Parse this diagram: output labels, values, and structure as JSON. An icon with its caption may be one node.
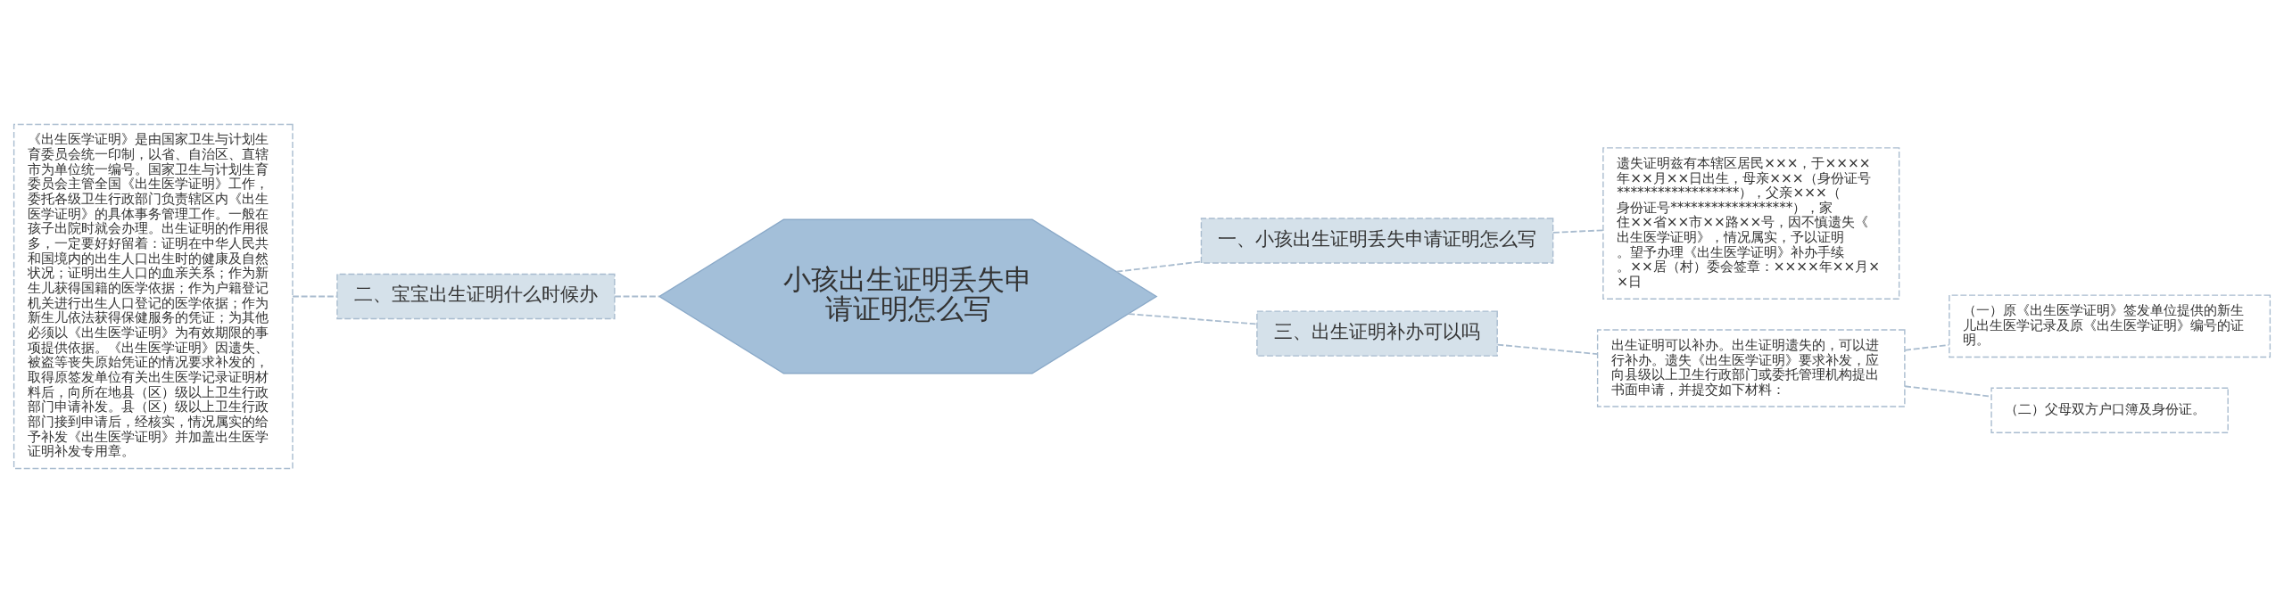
{
  "diagram": {
    "nodes": [
      {
        "text": [
          "小孩出生证明丢失申请证明怎么写"
        ]
      },
      {
        "text": [
          "一、小孩出生证明丢失申请证明怎么写"
        ]
      },
      {
        "text": [
          "遗失证明兹有本辖区居民×××，于××××年××月××日出生，母亲×××（身份证号******************），父亲×××（身份证号******************），家住××省××市××路××号，因不慎遗失《出生医学证明》，情况属实，予以证明。望予办理《出生医学证明》补办手续。××居（村）委会签章：××××年××月××日"
        ]
      },
      {
        "text": [
          "二、宝宝出生证明什么时候办"
        ]
      },
      {
        "text": [
          "《出生医学证明》是由国家卫生与计划生育委员会统一印制，以省、自治区、直辖市为单位统一编号。国家卫生与计划生育委员会主管全国《出生医学证明》工作，委托各级卫生行政部门负责辖区内《出生医学证明》的具体事务管理工作。一般在孩子出院时就会办理。出生证明的作用很多，一定要好好留着：证明在中华人民共和国境内的出生人口出生时的健康及自然状况；证明出生人口的血亲关系；作为新生儿获得国籍的医学依据；作为户籍登记机关进行出生人口登记的医学依据；作为新生儿依法获得保健服务的凭证；为其他必须以《出生医学证明》为有效期限的事项提供依据。《出生医学证明》因遗失、被盗等丧失原始凭证的情况要求补发的，取得原签发单位有关出生医学记录证明材料后，向所在地县（区）级以上卫生行政部门申请补发。县（区）级以上卫生行政部门接到申请后，经核实，情况属实的给予补发《出生医学证明》并加盖出生医学证明补发专用章。"
        ]
      },
      {
        "text": [
          "三、出生证明补办可以吗"
        ]
      },
      {
        "text": [
          "出生证明可以补办。出生证明遗失的，可以进行补办。遗失《出生医学证明》要求补发，应向县级以上卫生行政部门或委托管理机构提出书面申请，并提交如下材料："
        ]
      },
      {
        "text": [
          "（一）原《出生医学证明》签发单位提供的新生儿出生医学记录及原《出生医学证明》编号的证明。"
        ]
      },
      {
        "text": [
          "（二）父母双方户口簿及身份证。"
        ]
      }
    ],
    "edges": [
      {
        "from": 0,
        "to": 1,
        "arrow": "none",
        "style": "dashed"
      },
      {
        "from": 1,
        "to": 2,
        "arrow": "none",
        "style": "dashed"
      },
      {
        "from": 0,
        "to": 3,
        "arrow": "none",
        "style": "dashed"
      },
      {
        "from": 3,
        "to": 4,
        "arrow": "none",
        "style": "dashed"
      },
      {
        "from": 0,
        "to": 5,
        "arrow": "none",
        "style": "dashed"
      },
      {
        "from": 5,
        "to": 6,
        "arrow": "none",
        "style": "dashed"
      },
      {
        "from": 6,
        "to": 7,
        "arrow": "none",
        "style": "dashed"
      },
      {
        "from": 6,
        "to": 8,
        "arrow": "none",
        "style": "dashed"
      }
    ]
  }
}
